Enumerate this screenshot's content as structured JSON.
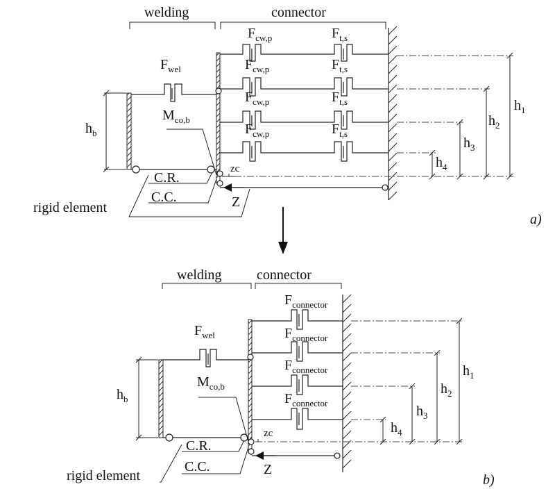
{
  "panel_a": {
    "welding": "welding",
    "connector": "connector",
    "F": "F",
    "cwp": "cw,p",
    "ts": "t,s",
    "wel": "wel",
    "M": "M",
    "cob": "co,b",
    "h": "h",
    "b": "b",
    "n1": "1",
    "n2": "2",
    "n3": "3",
    "n4": "4",
    "zc": "zc",
    "cr": "C.R.",
    "cc": "C.C.",
    "Z": "Z",
    "rigid": "rigid element",
    "panel_label": "a)"
  },
  "panel_b": {
    "welding": "welding",
    "connector": "connector",
    "F": "F",
    "conn": "connector",
    "wel": "wel",
    "M": "M",
    "cob": "co,b",
    "h": "h",
    "b": "b",
    "n1": "1",
    "n2": "2",
    "n3": "3",
    "n4": "4",
    "zc": "zc",
    "cr": "C.R.",
    "cc": "C.C.",
    "Z": "Z",
    "rigid": "rigid element",
    "panel_label": "b)"
  }
}
